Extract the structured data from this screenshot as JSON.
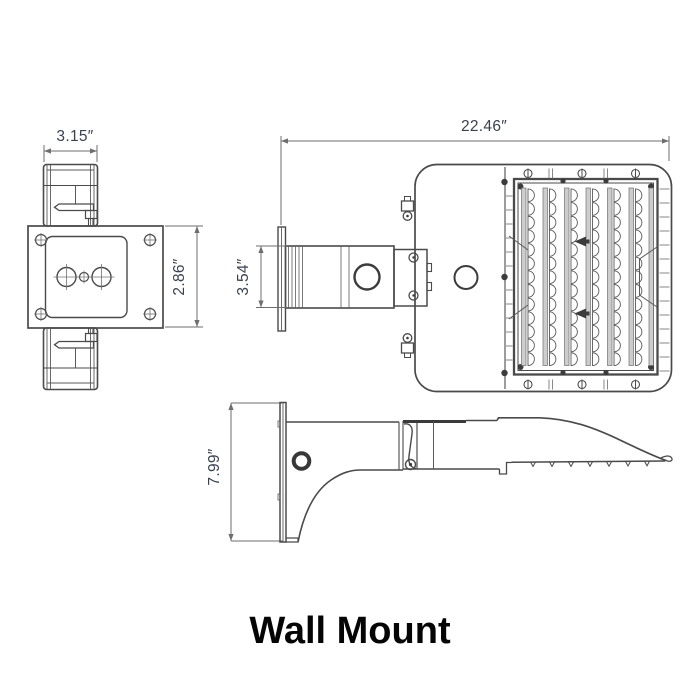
{
  "title": "Wall Mount",
  "drawing": {
    "front_view": {
      "name": "wall bracket front view",
      "width_dim": "3.15″",
      "height_dim": "2.86″"
    },
    "top_view": {
      "name": "fixture top view",
      "length_dim": "22.46″",
      "arm_dim": "3.54″"
    },
    "side_view": {
      "name": "fixture side view",
      "height_dim": "7.99″"
    }
  },
  "colors": {
    "line": "#4a4a4a",
    "dim_text": "#3a4150",
    "title_text": "#050505",
    "panel_gray": "#cdcdcd",
    "dark_detail": "#3c3c3c",
    "background": "#ffffff"
  }
}
